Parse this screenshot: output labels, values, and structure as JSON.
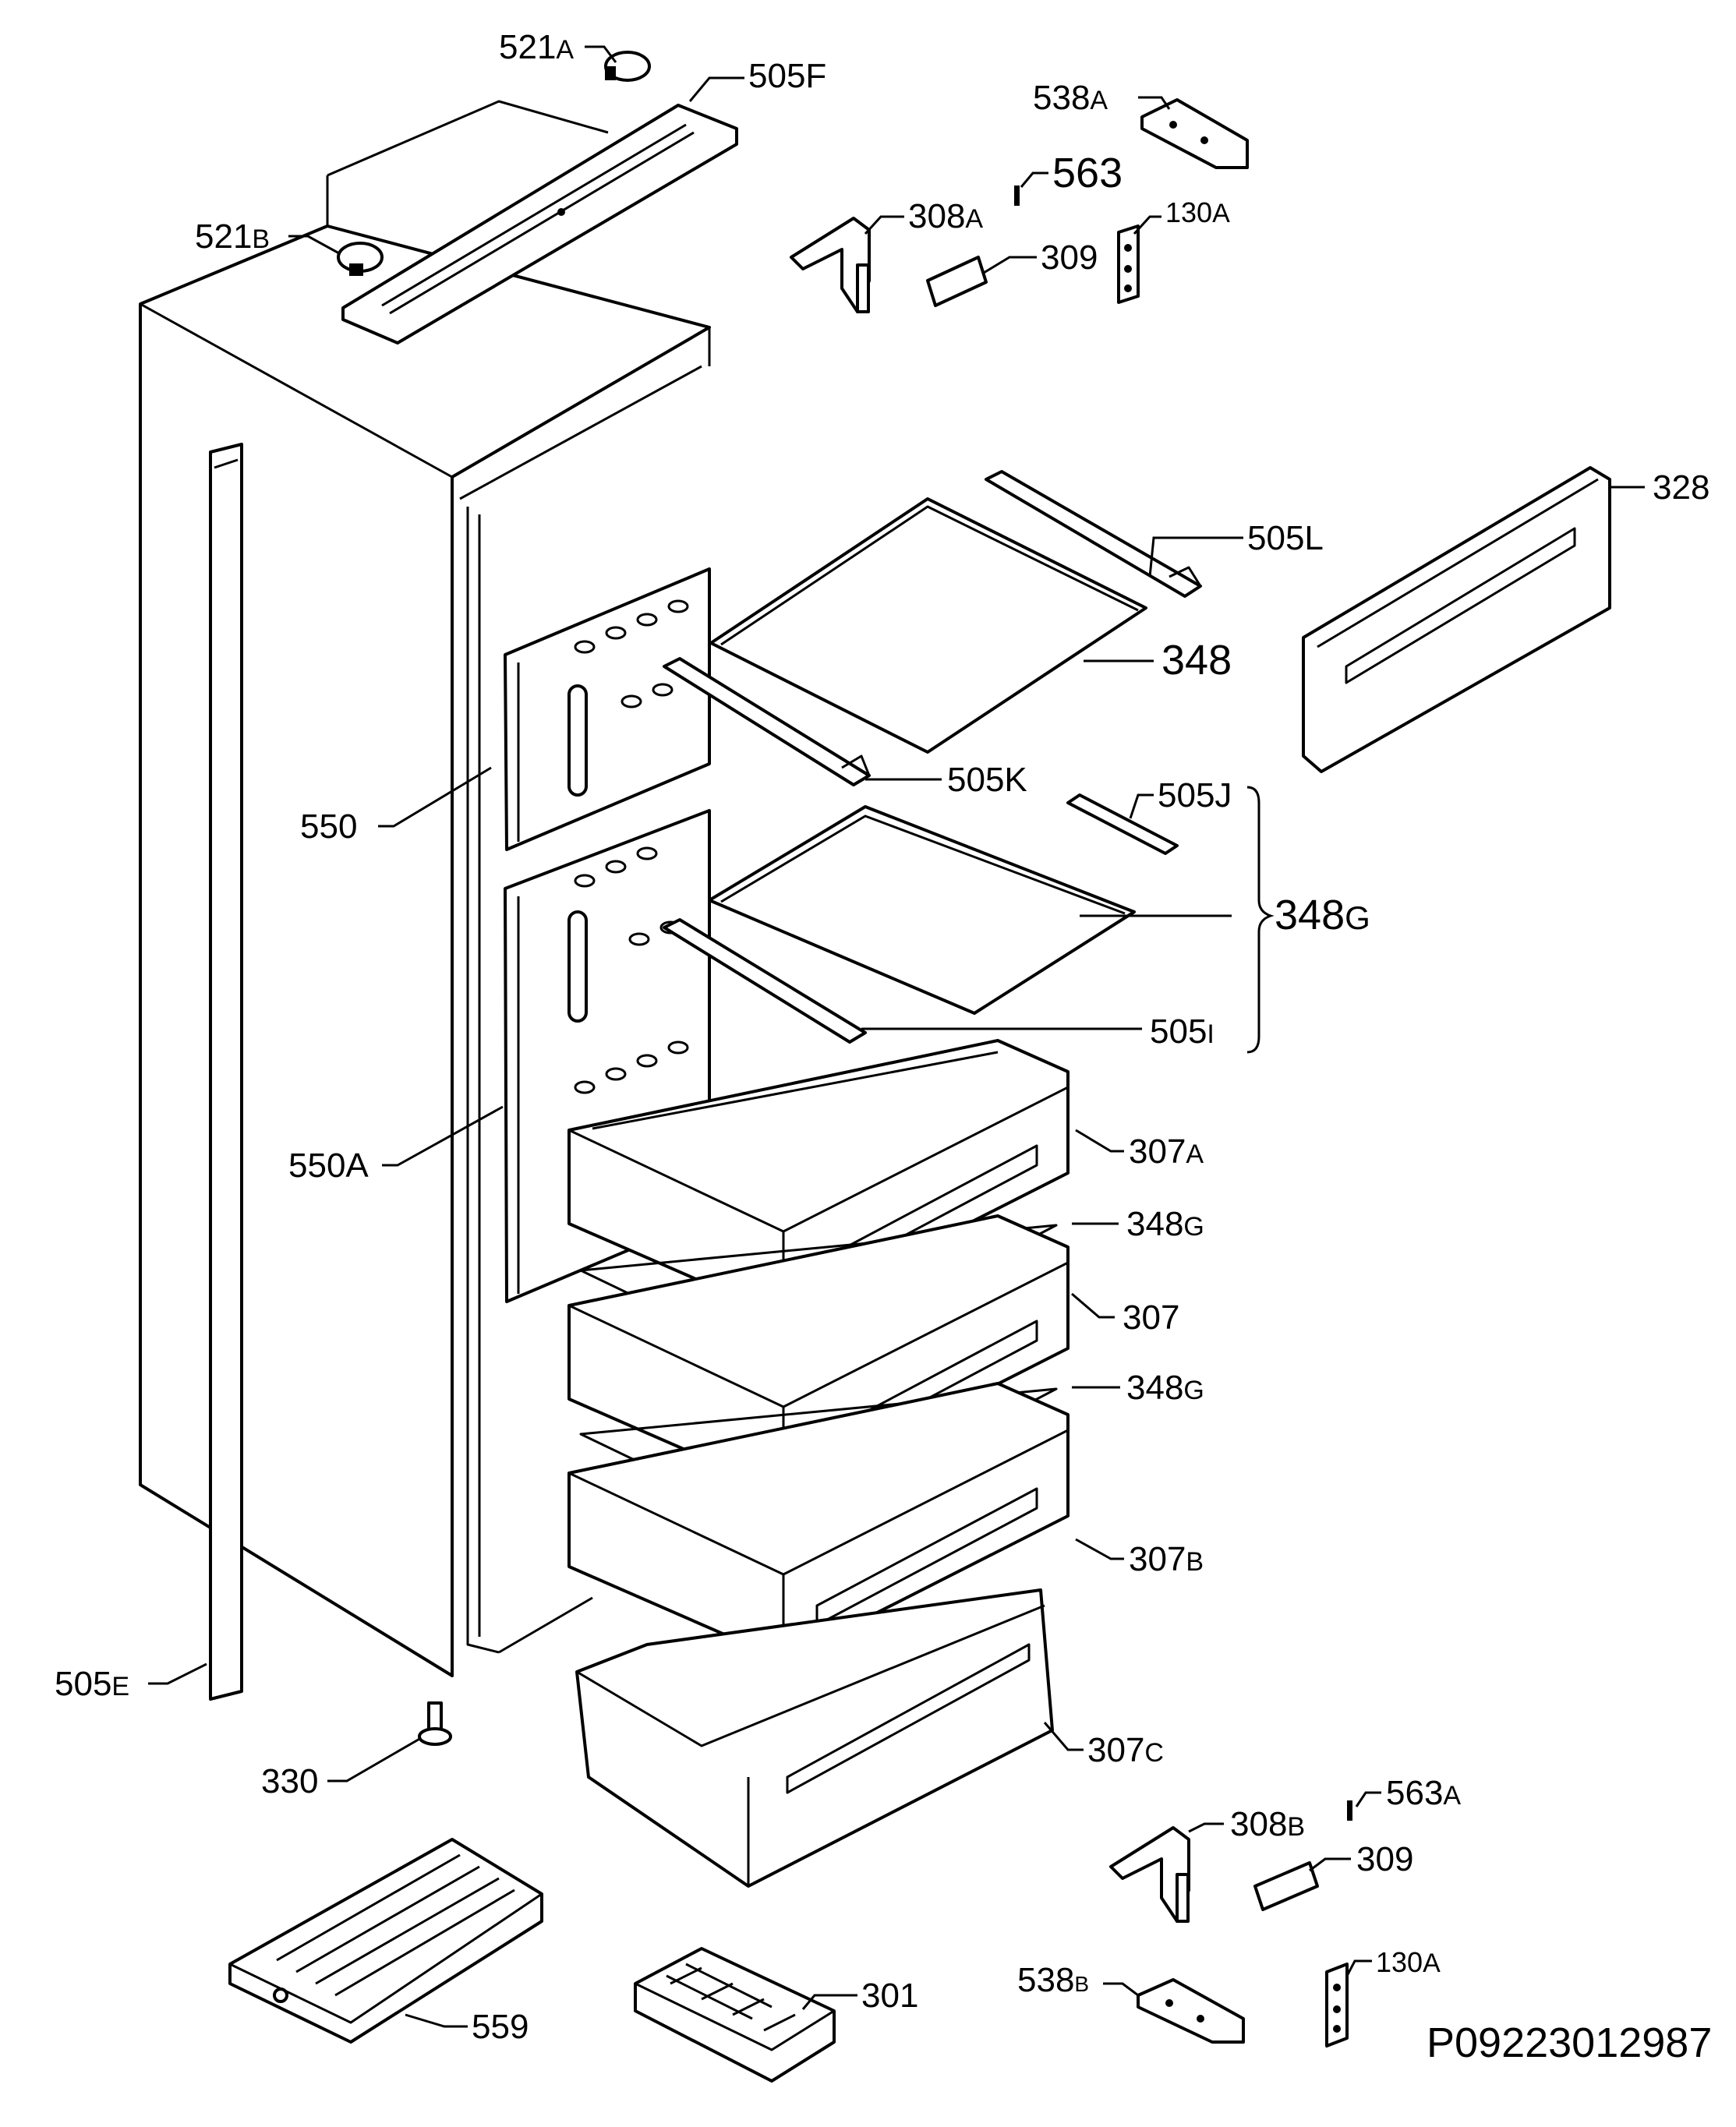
{
  "labels": {
    "l521a": {
      "num": "521",
      "suf": "A"
    },
    "l505f": {
      "num": "505",
      "suf": "F"
    },
    "l538a": {
      "num": "538",
      "suf": "A"
    },
    "l563": {
      "num": "563",
      "suf": ""
    },
    "l308a": {
      "num": "308",
      "suf": "A"
    },
    "l130a_top": {
      "num": "130",
      "suf": "A"
    },
    "l309_top": {
      "num": "309",
      "suf": ""
    },
    "l521b": {
      "num": "521",
      "suf": "B"
    },
    "l328": {
      "num": "328",
      "suf": ""
    },
    "l505l": {
      "num": "505",
      "suf": "L"
    },
    "l348": {
      "num": "348",
      "suf": ""
    },
    "l550": {
      "num": "550",
      "suf": ""
    },
    "l505k": {
      "num": "505",
      "suf": "K"
    },
    "l505j": {
      "num": "505",
      "suf": "J"
    },
    "l348g_bracket": {
      "num": "348",
      "suf": "G"
    },
    "l505i": {
      "num": "505",
      "suf": "I"
    },
    "l307a": {
      "num": "307",
      "suf": "A"
    },
    "l550a": {
      "num": "550",
      "suf": "A"
    },
    "l348g_1": {
      "num": "348",
      "suf": "G"
    },
    "l307": {
      "num": "307",
      "suf": ""
    },
    "l348g_2": {
      "num": "348",
      "suf": "G"
    },
    "l307b": {
      "num": "307",
      "suf": "B"
    },
    "l505e": {
      "num": "505",
      "suf": "E"
    },
    "l307c": {
      "num": "307",
      "suf": "C"
    },
    "l330": {
      "num": "330",
      "suf": ""
    },
    "l563a": {
      "num": "563",
      "suf": "A"
    },
    "l308b": {
      "num": "308",
      "suf": "B"
    },
    "l309_bot": {
      "num": "309",
      "suf": ""
    },
    "l130a_bot": {
      "num": "130",
      "suf": "A"
    },
    "l538b": {
      "num": "538",
      "suf": "B"
    },
    "l301": {
      "num": "301",
      "suf": ""
    },
    "l559": {
      "num": "559",
      "suf": ""
    }
  },
  "reference_code": "P09223012987"
}
